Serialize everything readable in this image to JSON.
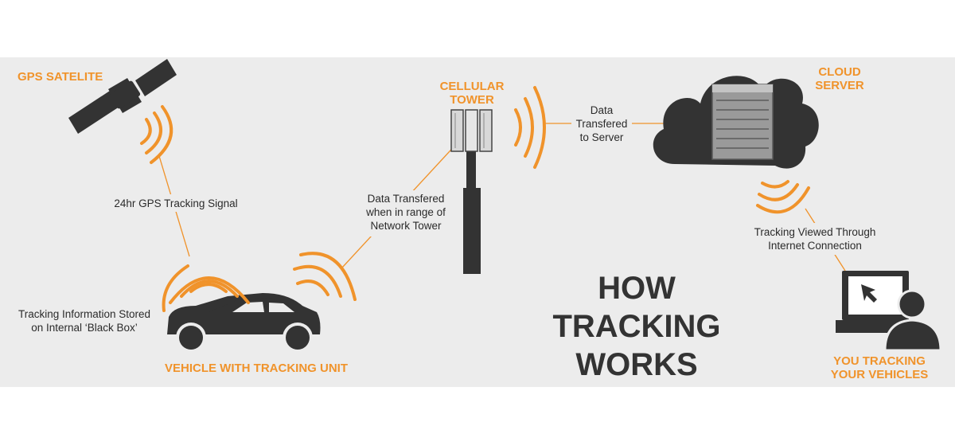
{
  "colors": {
    "accent": "#f0932b",
    "dark": "#333333",
    "panel": "#ececec"
  },
  "labels": {
    "gps_satellite": "GPS SATELITE",
    "cellular_tower": [
      "CELLULAR",
      "TOWER"
    ],
    "cloud_server": [
      "CLOUD",
      "SERVER"
    ],
    "vehicle": "VEHICLE WITH TRACKING UNIT",
    "you_tracking": [
      "YOU TRACKING",
      "YOUR VEHICLES"
    ]
  },
  "links": {
    "gps_signal": "24hr GPS Tracking Signal",
    "to_tower": [
      "Data Transfered",
      "when in range of",
      "Network Tower"
    ],
    "to_server": [
      "Data",
      "Transfered",
      "to Server"
    ],
    "viewed": [
      "Tracking Viewed Through",
      "Internet Connection"
    ],
    "black_box": [
      "Tracking Information Stored",
      "on Internal ‘Black Box’"
    ]
  },
  "title": [
    "HOW",
    "TRACKING",
    "WORKS"
  ],
  "icons": [
    "satellite-icon",
    "cell-tower-icon",
    "cloud-server-icon",
    "car-icon",
    "computer-user-icon"
  ]
}
